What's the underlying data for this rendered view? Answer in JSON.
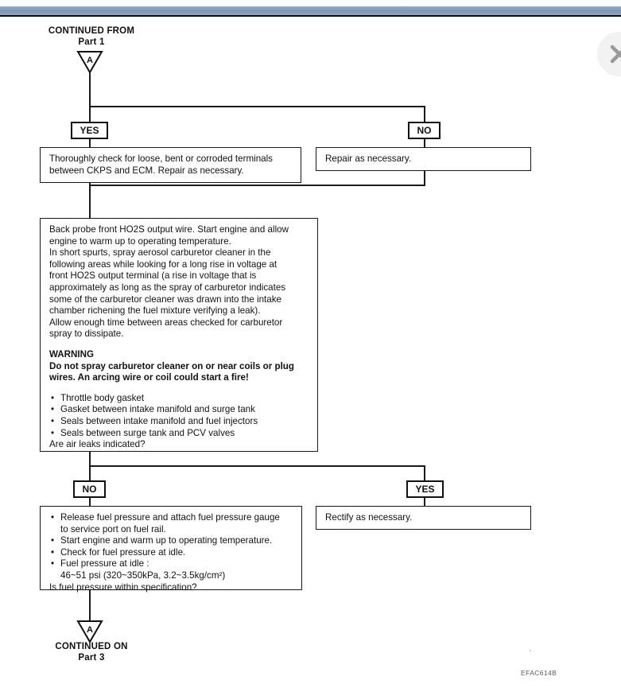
{
  "window": {
    "close_icon": "close-icon"
  },
  "diagram": {
    "figure_code": "EFAC614B",
    "header": {
      "line1": "CONTINUED FROM",
      "line2": "Part 1",
      "connector_letter": "A"
    },
    "footer": {
      "line1": "CONTINUED ON",
      "line2": "Part 3",
      "connector_letter": "A"
    },
    "branch1": {
      "yes_label": "YES",
      "no_label": "NO",
      "yes_box": "Thoroughly check for loose, bent or corroded terminals between CKPS and ECM. Repair as necessary.",
      "no_box": "Repair as necessary."
    },
    "main_block": {
      "para1_line1": "Back probe front HO2S output wire. Start engine and allow",
      "para1_line2": "engine to warm up to operating temperature.",
      "para2_line1": "In short spurts, spray aerosol carburetor cleaner in the",
      "para2_line2": "following areas while looking for a long rise in voltage at",
      "para2_line3": "front HO2S output terminal (a rise in voltage that is",
      "para2_line4": "approximately as long as the spray of carburetor indicates",
      "para2_line5": "some of the carburetor cleaner was drawn into the intake",
      "para2_line6": "chamber richening the fuel mixture verifying a leak).",
      "para3_line1": "Allow enough time between areas checked for carburetor",
      "para3_line2": "spray to dissipate.",
      "warning_title": "WARNING",
      "warning_line1": "Do not spray carburetor cleaner on or near coils or plug",
      "warning_line2": "wires. An arcing wire or coil could start a fire!",
      "bullets": [
        "Throttle body gasket",
        "Gasket between intake manifold and surge tank",
        "Seals between intake manifold and fuel injectors",
        "Seals between surge tank and PCV valves"
      ],
      "question": "Are air leaks indicated?"
    },
    "branch2": {
      "no_label": "NO",
      "yes_label": "YES",
      "yes_box": "Rectify as necessary.",
      "no_box": {
        "bullets": [
          "Release fuel pressure and attach fuel pressure gauge to service port on fuel rail.",
          "Start engine and warm up to operating temperature.",
          "Check for fuel pressure at idle.",
          "Fuel pressure at idle :"
        ],
        "bullet1_line1": "Release fuel pressure and attach fuel pressure gauge",
        "bullet1_line2": "to service port on fuel rail.",
        "spec_value": "46~51 psi (320~350kPa, 3.2~3.5kg/cm²)",
        "question": "Is fuel pressure within specification?"
      }
    }
  }
}
